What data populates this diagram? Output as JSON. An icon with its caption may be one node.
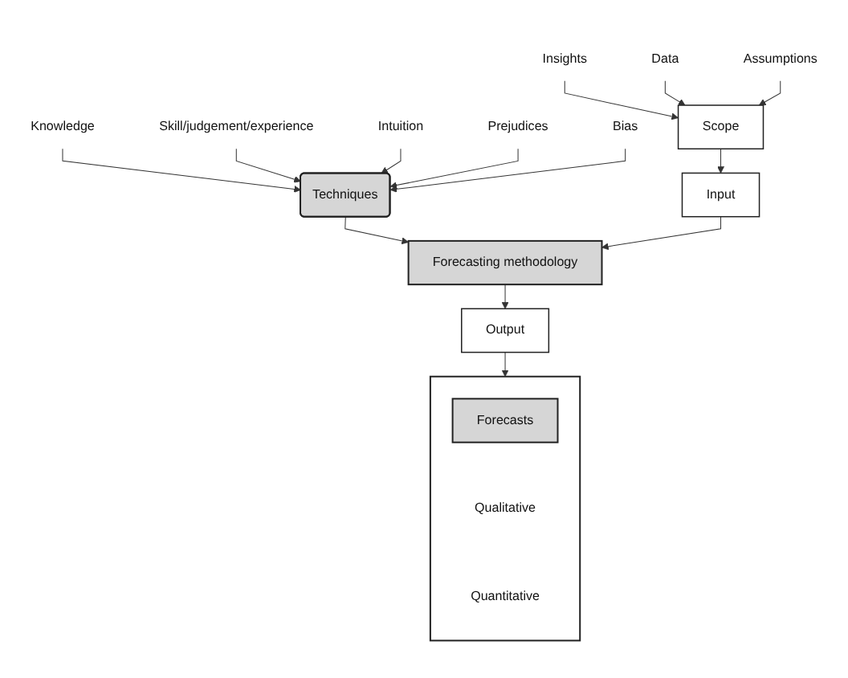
{
  "diagram": {
    "nodes": [
      {
        "text": [
          "Knowledge"
        ]
      },
      {
        "text": [
          "Skill/judgement/experience"
        ]
      },
      {
        "text": [
          "Intuition"
        ]
      },
      {
        "text": [
          "Prejudices"
        ]
      },
      {
        "text": [
          "Bias"
        ]
      },
      {
        "text": [
          "Techniques"
        ]
      },
      {
        "text": [
          "Forecasting methodology"
        ]
      },
      {
        "text": [
          "Input"
        ]
      },
      {
        "text": [
          "Output"
        ]
      },
      {
        "text": [
          "Scope"
        ]
      },
      {
        "text": [
          "Insights"
        ]
      },
      {
        "text": [
          "Data"
        ]
      },
      {
        "text": [
          "Assumptions"
        ]
      },
      {
        "text": [],
        "shape": "box"
      },
      {
        "text": [
          "Forecasts"
        ],
        "in": 13
      },
      {
        "text": [
          "Qualitative"
        ],
        "in": 13
      },
      {
        "text": [
          "Quantitative"
        ],
        "in": 13
      }
    ],
    "edges": [
      {
        "from": 0,
        "to": 5,
        "arrow": "to"
      },
      {
        "from": 1,
        "to": 5,
        "arrow": "to"
      },
      {
        "from": 2,
        "to": 5,
        "arrow": "to"
      },
      {
        "from": 3,
        "to": 5,
        "arrow": "to"
      },
      {
        "from": 4,
        "to": 5,
        "arrow": "to"
      },
      {
        "from": 5,
        "to": 6,
        "arrow": "to"
      },
      {
        "from": 7,
        "to": 6,
        "arrow": "to"
      },
      {
        "from": 6,
        "to": 8,
        "arrow": "to"
      },
      {
        "from": 9,
        "to": 7,
        "arrow": "to"
      },
      {
        "from": 8,
        "to": 13,
        "arrow": "to"
      },
      {
        "from": 10,
        "to": 9,
        "arrow": "to"
      },
      {
        "from": 11,
        "to": 9,
        "arrow": "to"
      },
      {
        "from": 12,
        "to": 9,
        "arrow": "to"
      }
    ]
  }
}
